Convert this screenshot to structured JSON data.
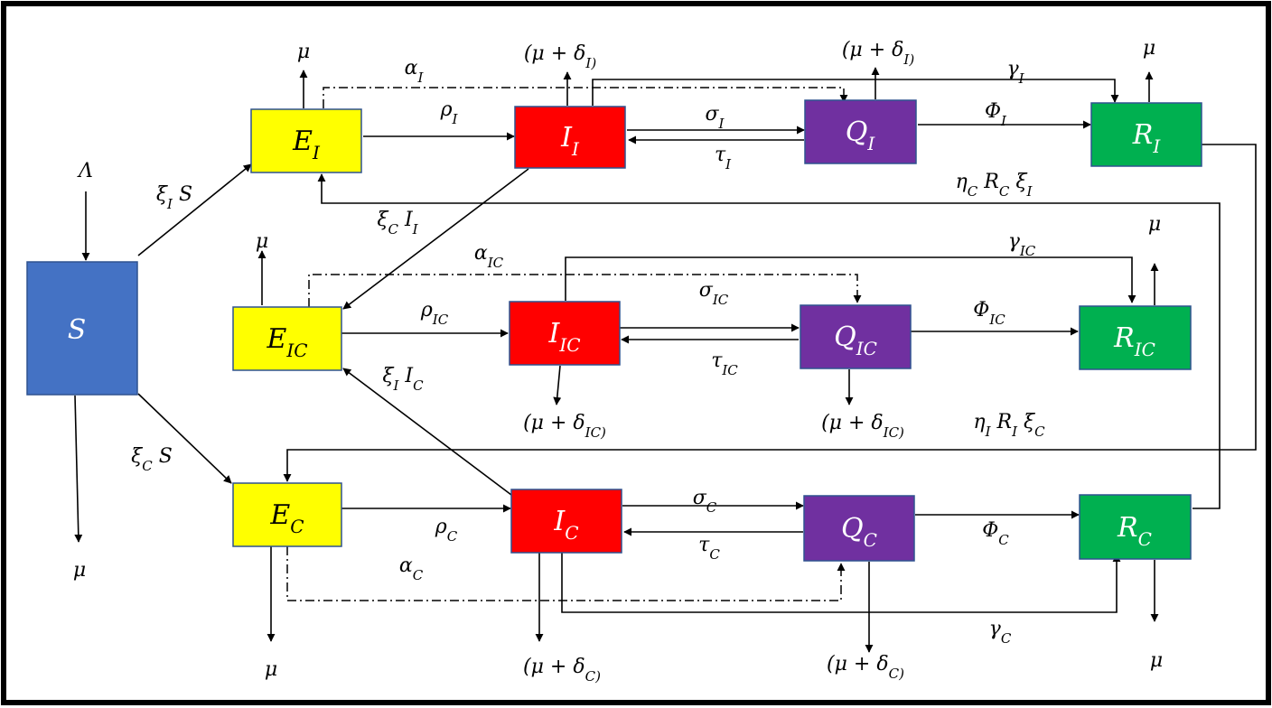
{
  "compartments": {
    "S": {
      "label": "S",
      "color": "#4472C4"
    },
    "EI": {
      "label": "E_I",
      "color": "#FFFF00"
    },
    "EIC": {
      "label": "E_IC",
      "color": "#FFFF00"
    },
    "EC": {
      "label": "E_C",
      "color": "#FFFF00"
    },
    "II": {
      "label": "I_I",
      "color": "#FF0000"
    },
    "IIC": {
      "label": "I_IC",
      "color": "#FF0000"
    },
    "IC": {
      "label": "I_C",
      "color": "#FF0000"
    },
    "QI": {
      "label": "Q_I",
      "color": "#7030A0"
    },
    "QIC": {
      "label": "Q_IC",
      "color": "#7030A0"
    },
    "QC": {
      "label": "Q_C",
      "color": "#7030A0"
    },
    "RI": {
      "label": "R_I",
      "color": "#00B050"
    },
    "RIC": {
      "label": "R_IC",
      "color": "#00B050"
    },
    "RC": {
      "label": "R_C",
      "color": "#00B050"
    }
  },
  "flows": {
    "lambda": "Λ",
    "mu": "μ",
    "xiIS": "ξ_I S",
    "xiCS": "ξ_C S",
    "xiCII": "ξ_C I_I",
    "xiIIC": "ξ_I I_C",
    "alphaI": "α_I",
    "alphaIC": "α_IC",
    "alphaC": "α_C",
    "rhoI": "ρ_I",
    "rhoIC": "ρ_IC",
    "rhoC": "ρ_C",
    "sigmaI": "σ_I",
    "sigmaIC": "σ_IC",
    "sigmaC": "σ_C",
    "tauI": "τ_I",
    "tauIC": "τ_IC",
    "tauC": "τ_C",
    "phiI": "Φ_I",
    "phiIC": "Φ_IC",
    "phiC": "Φ_C",
    "gammaI": "γ_I",
    "gammaIC": "γ_IC",
    "gammaC": "γ_C",
    "deathI": "(μ + δ_I)",
    "deathIC": "(μ + δ_IC)",
    "deathC": "(μ + δ_C)",
    "etaC": "η_C R_C ξ_I",
    "etaI": "η_I R_I ξ_C"
  }
}
